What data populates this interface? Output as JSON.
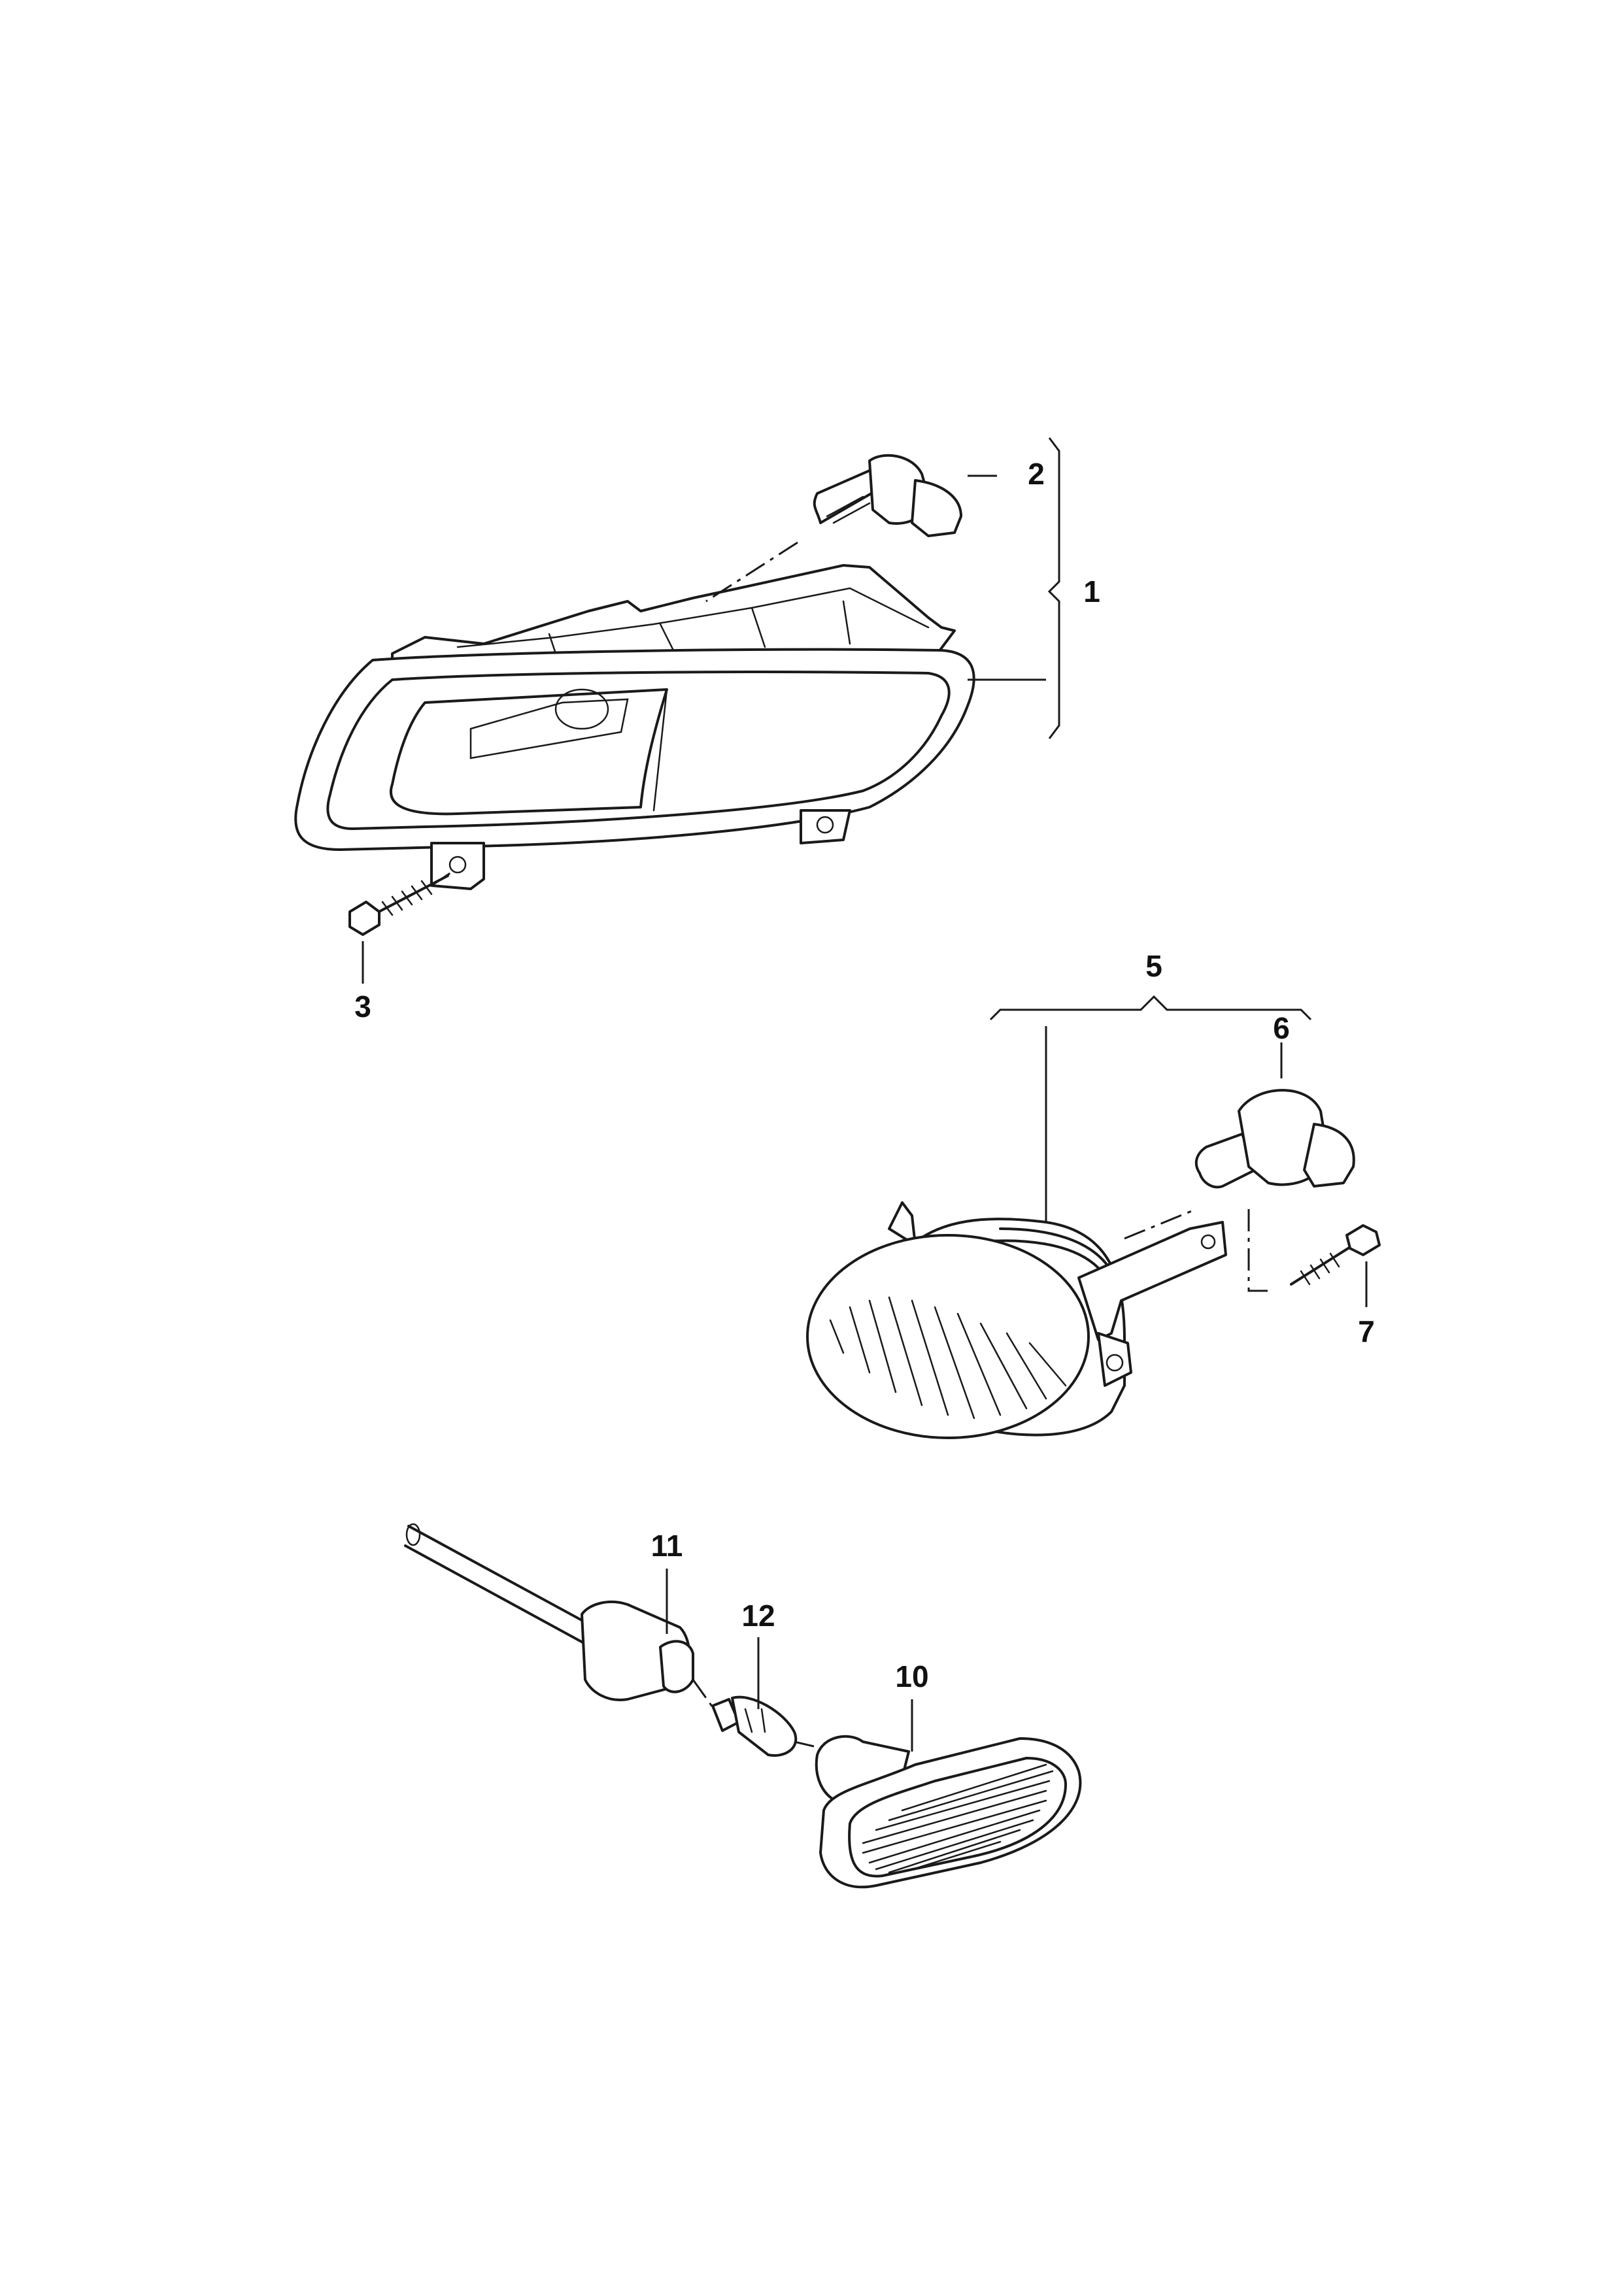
{
  "callouts": {
    "c1": "1",
    "c2": "2",
    "c3": "3",
    "c5": "5",
    "c6": "6",
    "c7": "7",
    "c10": "10",
    "c11": "11",
    "c12": "12"
  },
  "colors": {
    "line": "#1a1a1a",
    "background": "#ffffff"
  }
}
